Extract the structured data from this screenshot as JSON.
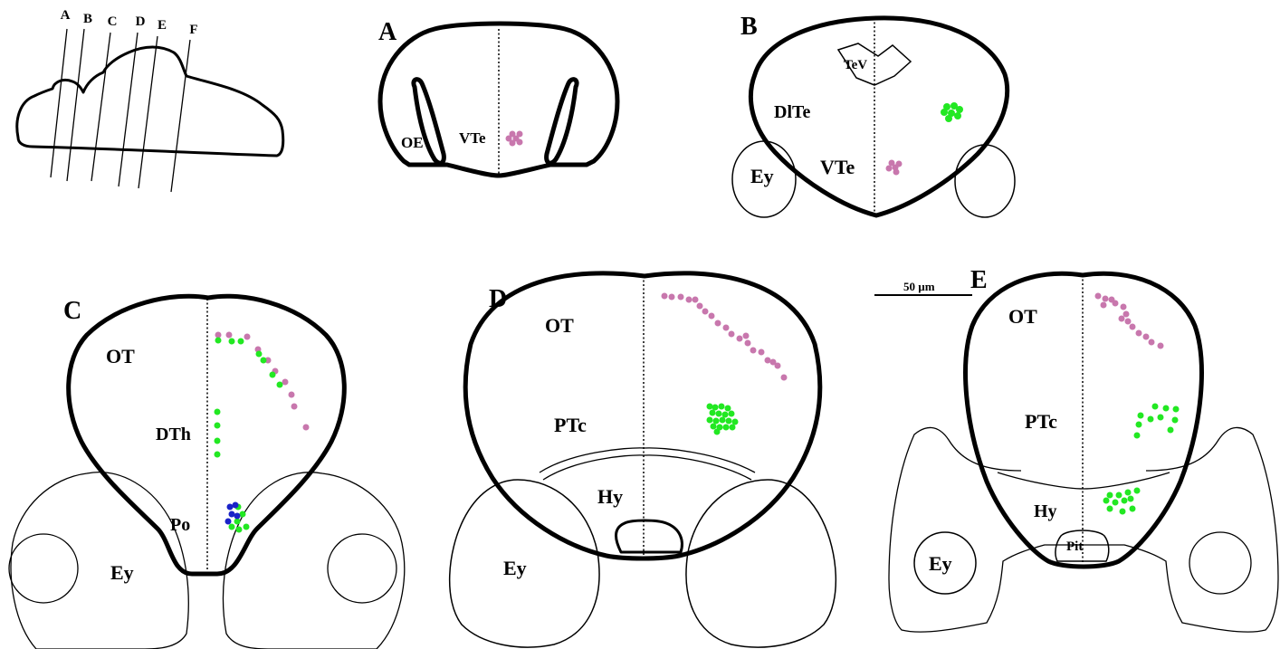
{
  "colors": {
    "pink": "#c877ad",
    "green": "#22e822",
    "blue": "#1a23c8",
    "outline": "#000000"
  },
  "schematic": {
    "section_letters": [
      "A",
      "B",
      "C",
      "D",
      "E",
      "F"
    ]
  },
  "panels": {
    "A": {
      "letter": "A",
      "labels": {
        "oe": "OE",
        "vte": "VTe"
      }
    },
    "B": {
      "letter": "B",
      "labels": {
        "tev": "TeV",
        "dlte": "DlTe",
        "vte": "VTe",
        "ey": "Ey"
      }
    },
    "C": {
      "letter": "C",
      "labels": {
        "ot": "OT",
        "dth": "DTh",
        "po": "Po",
        "ey": "Ey"
      }
    },
    "D": {
      "letter": "D",
      "labels": {
        "ot": "OT",
        "ptc": "PTc",
        "hy": "Hy",
        "ey": "Ey"
      }
    },
    "E": {
      "letter": "E",
      "labels": {
        "ot": "OT",
        "ptc": "PTc",
        "hy": "Hy",
        "pit": "Pit",
        "ey": "Ey"
      }
    }
  },
  "scale_bar": {
    "label": "50 µm"
  }
}
